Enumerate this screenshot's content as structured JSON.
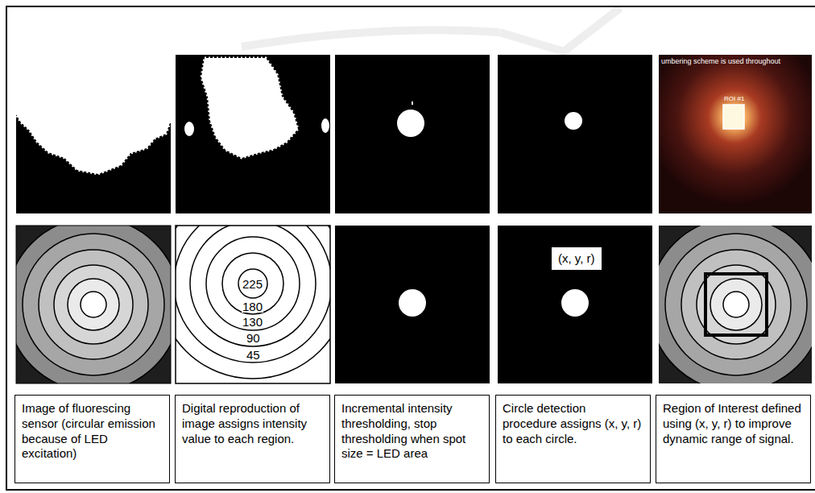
{
  "diagram": {
    "nodes": [
      {
        "text": [
          "(x, y, r)"
        ]
      },
      {
        "text": [
          "Image of fluorescing sensor (circular emission because of LED excitation)"
        ]
      },
      {
        "text": [
          "Digital reproduction of image assigns intensity value to each region."
        ]
      },
      {
        "text": [
          "Incremental intensity thresholding, stop thresholding when spot size = LED area"
        ]
      },
      {
        "text": [
          "Circle detection procedure assigns (x, y, r) to each circle."
        ]
      },
      {
        "text": [
          "Region of Interest defined using (x, y, r) to improve dynamic range of signal."
        ]
      }
    ],
    "labels": [
      "umbering scheme is used throughout",
      "ROI #1",
      "225",
      "180",
      "130",
      "90",
      "45"
    ]
  }
}
